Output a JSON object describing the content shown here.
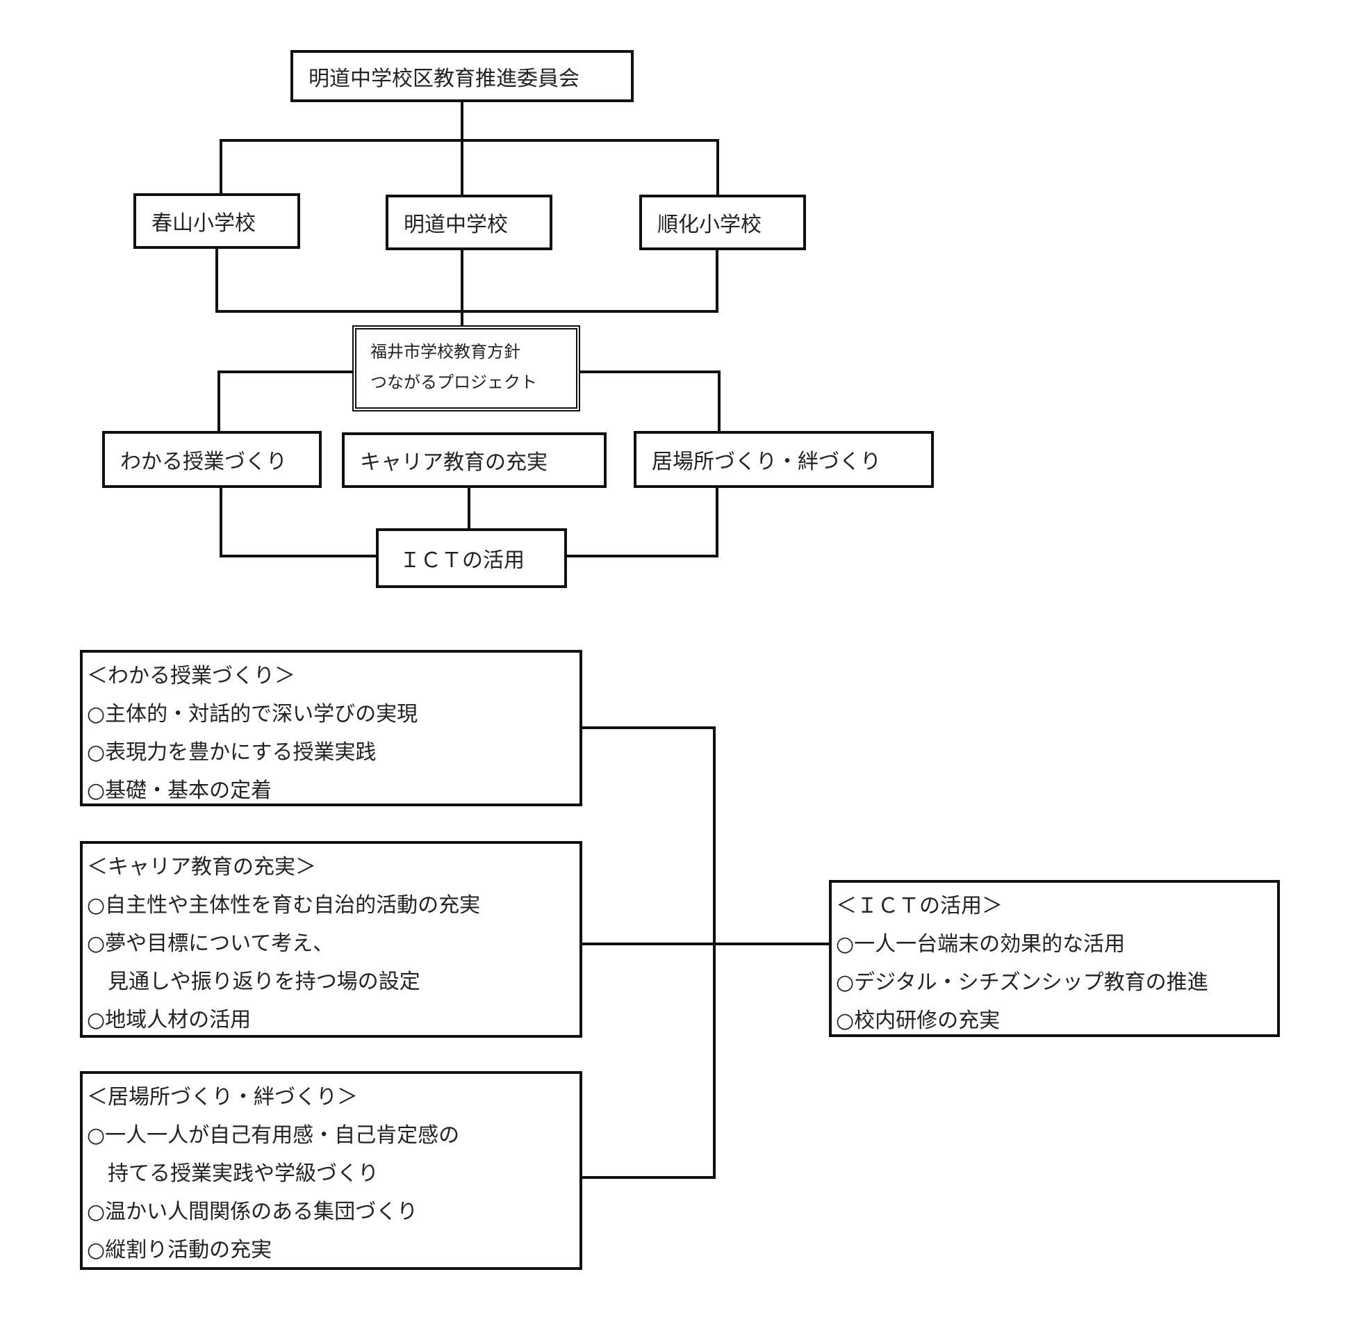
{
  "committee": "明道中学校区教育推進委員会",
  "schools": [
    "春山小学校",
    "明道中学校",
    "順化小学校"
  ],
  "project": {
    "line1": "福井市学校教育方針",
    "line2": "つながるプロジェクト"
  },
  "pillars": [
    "わかる授業づくり",
    "キャリア教育の充実",
    "居場所づくり・絆づくり"
  ],
  "ict": "ＩＣＴの活用",
  "details": {
    "wakaru": {
      "title": "＜わかる授業づくり＞",
      "items": [
        "○主体的・対話的で深い学びの実現",
        "○表現力を豊かにする授業実践",
        "○基礎・基本の定着"
      ]
    },
    "career": {
      "title": "＜キャリア教育の充実＞",
      "items": [
        "○自主性や主体性を育む自治的活動の充実",
        "○夢や目標について考え、",
        "　見通しや振り返りを持つ場の設定",
        "○地域人材の活用"
      ]
    },
    "ibasho": {
      "title": "＜居場所づくり・絆づくり＞",
      "items": [
        "○一人一人が自己有用感・自己肯定感の",
        "　持てる授業実践や学級づくり",
        "○温かい人間関係のある集団づくり",
        "○縦割り活動の充実"
      ]
    },
    "ict": {
      "title": "＜ＩＣＴの活用＞",
      "items": [
        "○一人一台端末の効果的な活用",
        "○デジタル・シチズンシップ教育の推進",
        "○校内研修の充実"
      ]
    }
  }
}
